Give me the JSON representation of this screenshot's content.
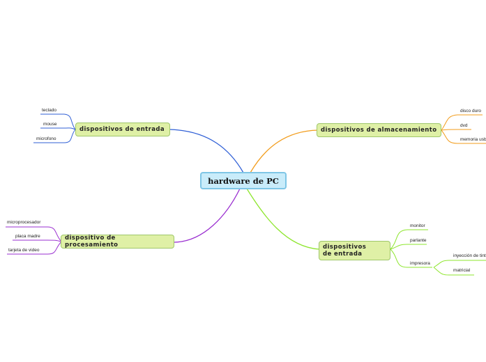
{
  "root": "hardware de PC",
  "branches": [
    {
      "label": "dispositivos de entrada",
      "color": "#2f5fd6",
      "children": [
        "teclado",
        "mouse",
        "microfono"
      ]
    },
    {
      "label": "dispositivos de almacenamiento",
      "color": "#f29c1b",
      "children": [
        "disco duro",
        "dvd",
        "memoria usb"
      ]
    },
    {
      "label": "dispositivo de procesamiento",
      "color": "#9a2fd0",
      "children": [
        "microprocesador",
        "placa madre",
        "tarjeta de video"
      ]
    },
    {
      "label": "dispositivos de entrada",
      "color": "#8ee62e",
      "children": [
        "monitor",
        "parlante",
        "impresora"
      ],
      "sub": [
        "inyección de tinta",
        "matricial"
      ]
    }
  ]
}
